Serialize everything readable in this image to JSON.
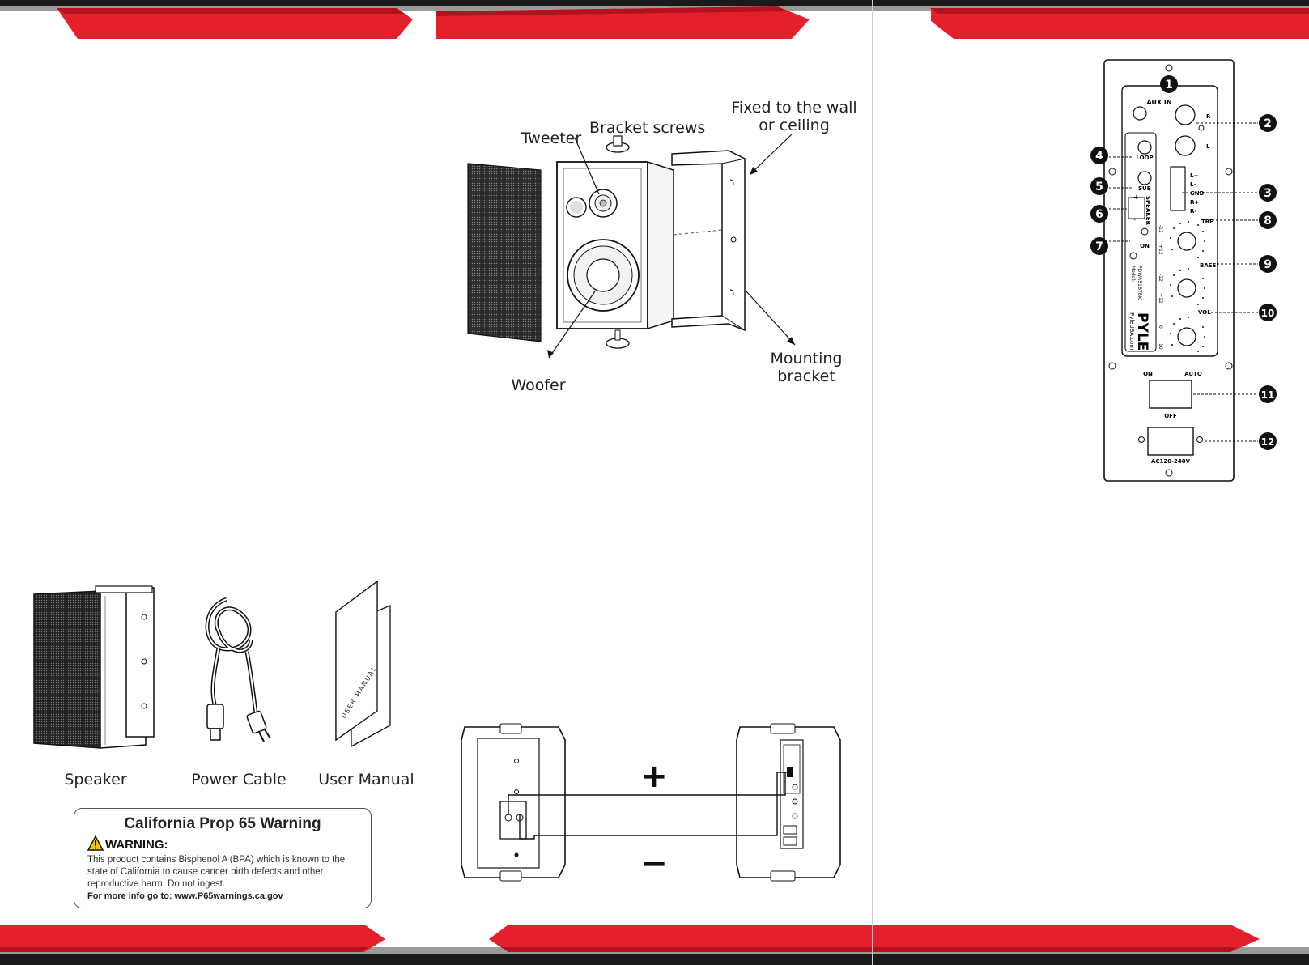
{
  "exploded_view": {
    "tweeter": "Tweeter",
    "bracket_screws": "Bracket screws",
    "fixed_line1": "Fixed to the wall",
    "fixed_line2": "or ceiling",
    "woofer": "Woofer",
    "mounting_line1": "Mounting",
    "mounting_line2": "bracket"
  },
  "package_contents": {
    "speaker": "Speaker",
    "power_cable": "Power Cable",
    "user_manual": "User Manual",
    "manual_cover_text": "USER MANUAL"
  },
  "prop65": {
    "title": "California Prop 65 Warning",
    "heading": "WARNING:",
    "body": "This product contains Bisphenol A (BPA) which is known to the state of California to cause cancer birth defects and other reproductive harm. Do not ingest.",
    "more_info": "For more info go to: www.P65warnings.ca.gov"
  },
  "wiring": {
    "plus": "+",
    "minus": "−"
  },
  "rear_panel": {
    "aux_in": "AUX IN",
    "r": "R",
    "l": "L",
    "loop": "LOOP",
    "sub": "SUB",
    "speaker": "SPEAKER",
    "plus": "+",
    "minus": "-",
    "on": "ON",
    "terminals": [
      "L+",
      "L-",
      "GND",
      "R+",
      "R-"
    ],
    "tre": "TRE",
    "bass": "BASS",
    "vol": "VOL",
    "tre_scale": [
      "-12",
      "+12"
    ],
    "bass_scale": [
      "-12",
      "+12"
    ],
    "vol_scale": [
      "0",
      "10"
    ],
    "model_label": "Model:",
    "model_number": "PDWR51BTBK",
    "brand": "PYLE",
    "website": "PyleUSA.com",
    "switch_on": "ON",
    "switch_auto": "AUTO",
    "switch_off": "OFF",
    "power": "AC120-240V",
    "callouts": [
      "1",
      "2",
      "3",
      "4",
      "5",
      "6",
      "7",
      "8",
      "9",
      "10",
      "11",
      "12"
    ]
  },
  "colors": {
    "band_red": "#e3202c",
    "band_dark": "#1a1a1a",
    "band_gray": "#8a8a8a"
  }
}
